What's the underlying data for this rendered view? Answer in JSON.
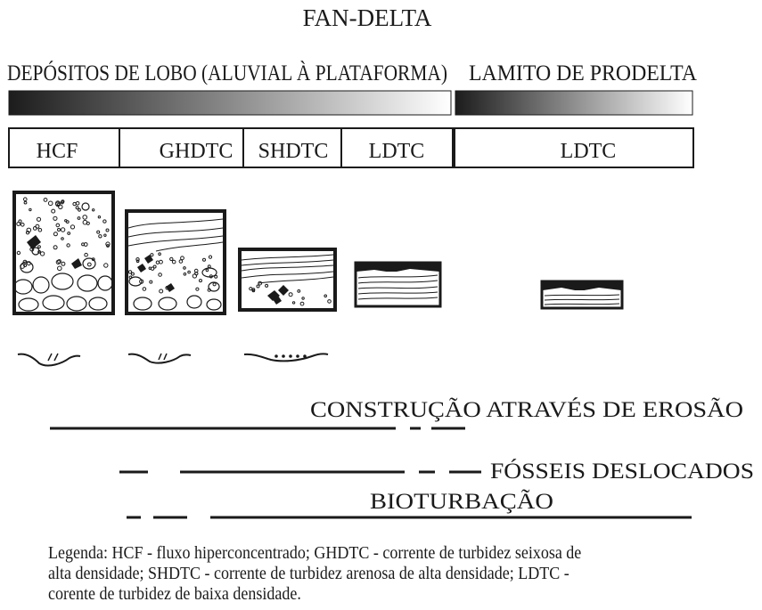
{
  "title": "FAN-DELTA",
  "headers": {
    "lobe": "DEPÓSITOS DE LOBO (ALUVIAL À PLATAFORMA)",
    "prodelta": "LAMITO DE PRODELTA"
  },
  "facies": [
    "HCF",
    "GHDTC",
    "SHDTC",
    "LDTC",
    "LDTC"
  ],
  "processes": {
    "erosion": "CONSTRUÇÃO ATRAVÉS DE EROSÃO",
    "fossils": "FÓSSEIS DESLOCADOS",
    "bioturbation": "BIOTURBAÇÃO"
  },
  "legend": [
    "Legenda: HCF - fluxo hiperconcentrado; GHDTC - corrente de turbidez seixosa de",
    "alta densidade; SHDTC - corrente de turbidez arenosa de alta densidade; LDTC -",
    "corente de turbidez de baixa densidade."
  ],
  "colors": {
    "ink": "#1a1a1a",
    "paper": "#ffffff"
  }
}
